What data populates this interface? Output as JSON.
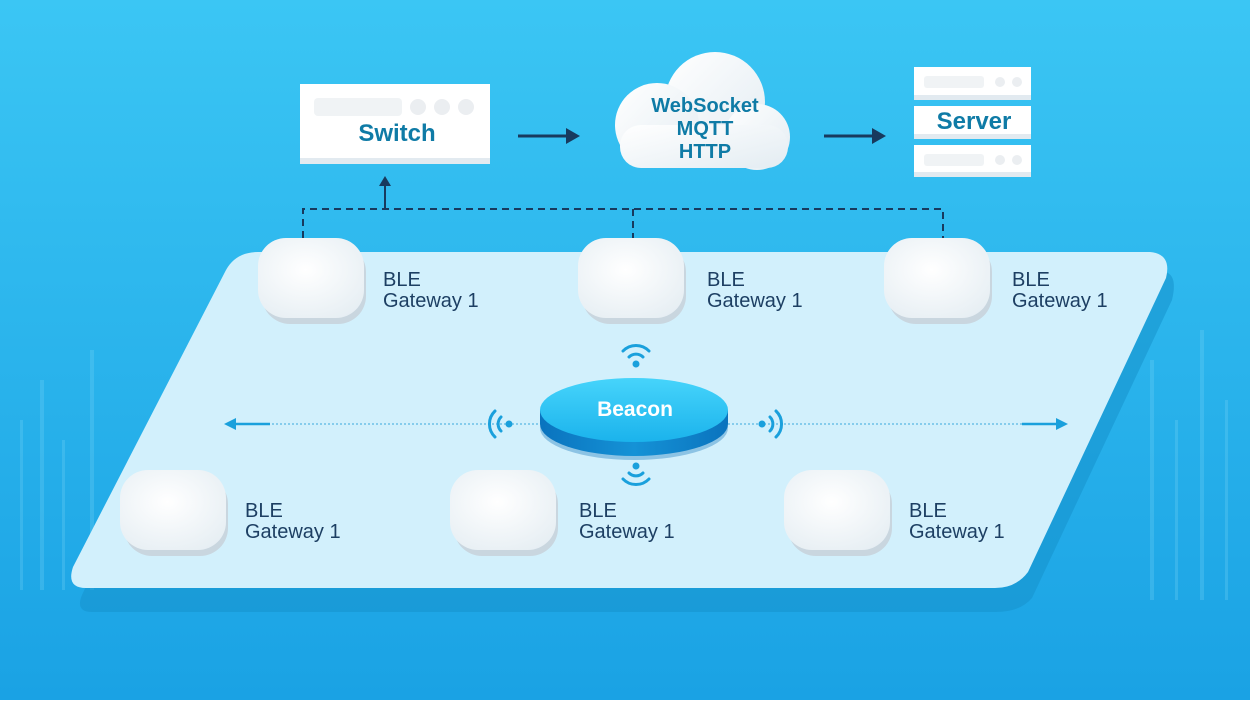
{
  "colors": {
    "bg_top": "#3bc6f4",
    "bg_bottom": "#1aa2e4",
    "platform": "#d2f0fc",
    "title_text": "#0f7ba6",
    "label_text": "#1d3f63",
    "arrow": "#183a5e",
    "signal": "#1aa0dc",
    "beacon_top": "#2fc3f2",
    "beacon_bottom": "#0a7fc9"
  },
  "switch": {
    "label": "Switch"
  },
  "cloud": {
    "lines": [
      "WebSocket",
      "MQTT",
      "HTTP"
    ]
  },
  "server": {
    "label": "Server"
  },
  "beacon": {
    "label": "Beacon"
  },
  "gateways": [
    {
      "line1": "BLE",
      "line2": "Gateway 1"
    },
    {
      "line1": "BLE",
      "line2": "Gateway 1"
    },
    {
      "line1": "BLE",
      "line2": "Gateway 1"
    },
    {
      "line1": "BLE",
      "line2": "Gateway 1"
    },
    {
      "line1": "BLE",
      "line2": "Gateway 1"
    },
    {
      "line1": "BLE",
      "line2": "Gateway 1"
    }
  ]
}
